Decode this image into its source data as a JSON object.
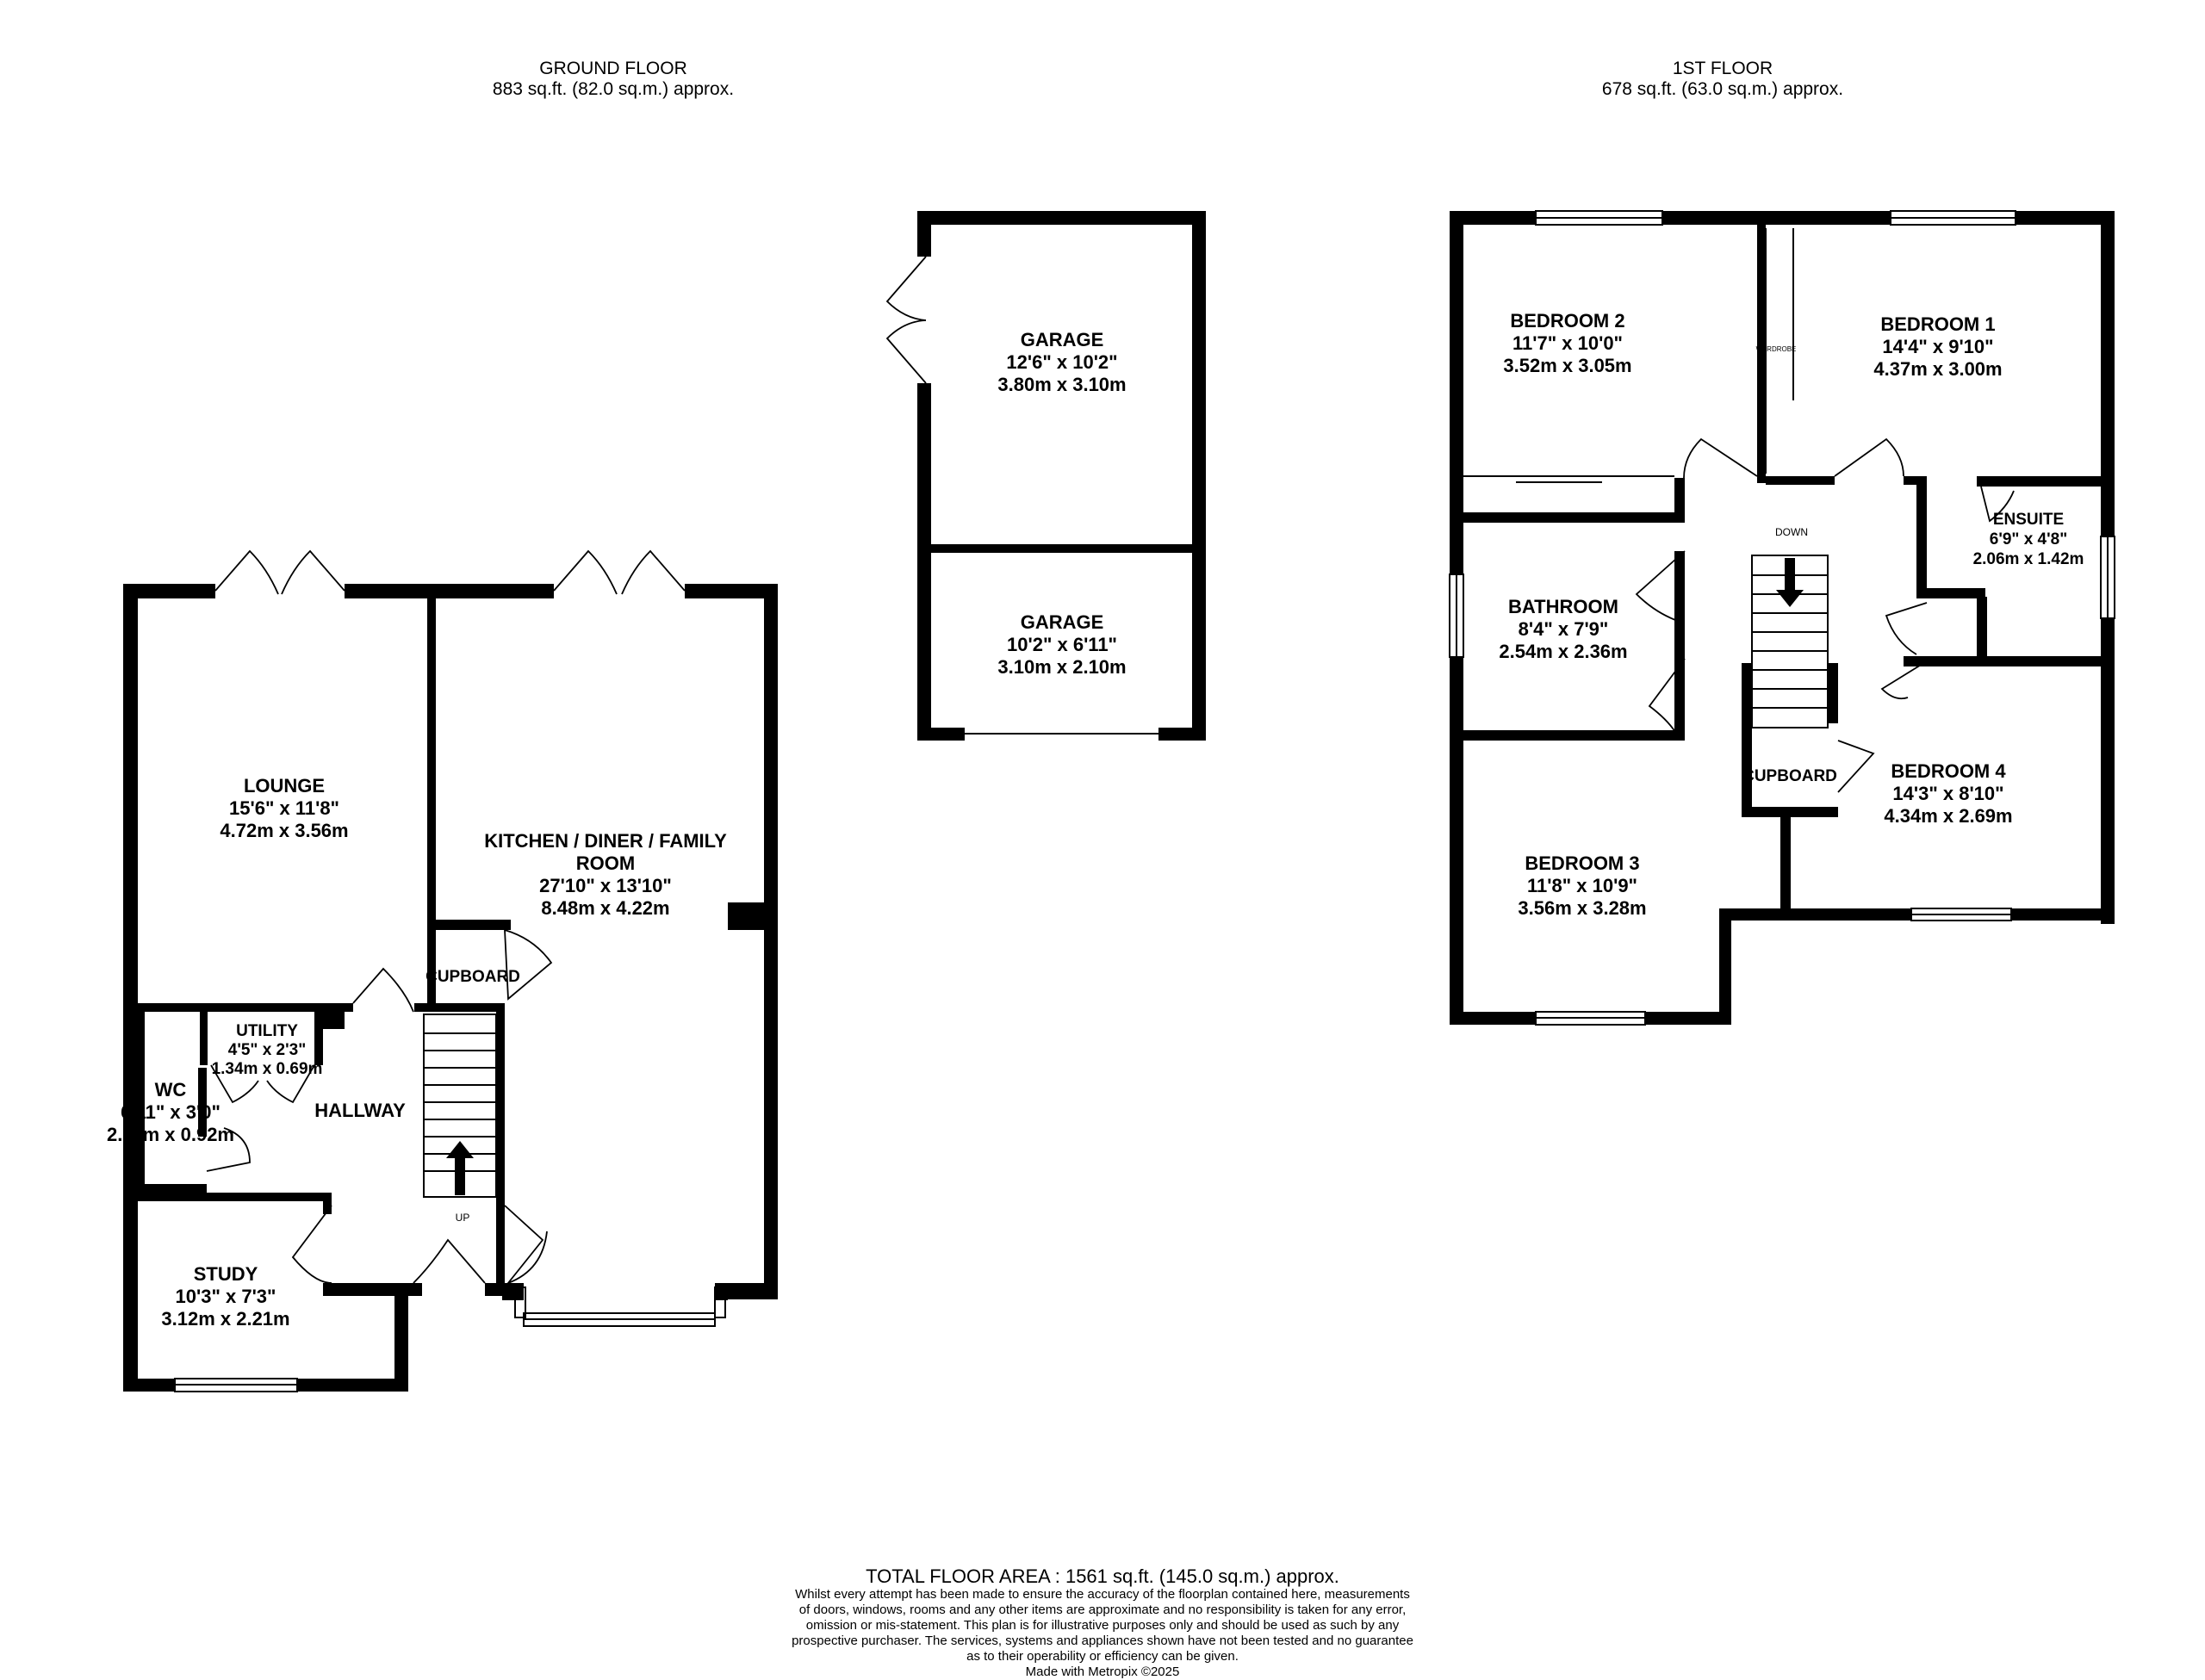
{
  "floors": {
    "ground": {
      "title": "GROUND FLOOR",
      "area": "883 sq.ft. (82.0 sq.m.) approx."
    },
    "first": {
      "title": "1ST FLOOR",
      "area": "678 sq.ft. (63.0 sq.m.) approx."
    }
  },
  "rooms": {
    "lounge": {
      "name": "LOUNGE",
      "imperial": "15'6\"  x 11'8\"",
      "metric": "4.72m  x 3.56m"
    },
    "kitchen": {
      "name1": "KITCHEN / DINER / FAMILY",
      "name2": "ROOM",
      "imperial": "27'10\"  x 13'10\"",
      "metric": "8.48m  x 4.22m"
    },
    "utility": {
      "name": "UTILITY",
      "imperial": "4'5\"  x 2'3\"",
      "metric": "1.34m  x 0.69m"
    },
    "wc": {
      "name": "WC",
      "imperial": "6'11\"  x 3'0\"",
      "metric": "2.11m  x 0.92m"
    },
    "hallway": {
      "name": "HALLWAY"
    },
    "study": {
      "name": "STUDY",
      "imperial": "10'3\"  x 7'3\"",
      "metric": "3.12m  x 2.21m"
    },
    "garage1": {
      "name": "GARAGE",
      "imperial": "12'6\"  x 10'2\"",
      "metric": "3.80m  x 3.10m"
    },
    "garage2": {
      "name": "GARAGE",
      "imperial": "10'2\"  x 6'11\"",
      "metric": "3.10m  x 2.10m"
    },
    "bedroom2": {
      "name": "BEDROOM 2",
      "imperial": "11'7\"  x 10'0\"",
      "metric": "3.52m  x 3.05m"
    },
    "bedroom1": {
      "name": "BEDROOM 1",
      "imperial": "14'4\"  x 9'10\"",
      "metric": "4.37m  x 3.00m"
    },
    "ensuite": {
      "name": "ENSUITE",
      "imperial": "6'9\"  x 4'8\"",
      "metric": "2.06m  x 1.42m"
    },
    "bathroom": {
      "name": "BATHROOM",
      "imperial": "8'4\"  x 7'9\"",
      "metric": "2.54m  x 2.36m"
    },
    "bedroom3": {
      "name": "BEDROOM 3",
      "imperial": "11'8\"  x 10'9\"",
      "metric": "3.56m  x 3.28m"
    },
    "bedroom4": {
      "name": "BEDROOM 4",
      "imperial": "14'3\"  x 8'10\"",
      "metric": "4.34m  x 2.69m"
    }
  },
  "labels": {
    "cupboard_ground": "CUPBOARD",
    "cupboard_first": "CUPBOARD",
    "up": "UP",
    "down": "DOWN",
    "wardrobe": "WARDROBE"
  },
  "footer": {
    "total": "TOTAL FLOOR AREA : 1561 sq.ft. (145.0 sq.m.) approx.",
    "disclaimer": [
      "Whilst every attempt has been made to ensure the accuracy of the floorplan contained here, measurements",
      "of doors, windows, rooms and any other items are approximate and no responsibility is taken for any error,",
      "omission or mis-statement. This plan is for illustrative purposes only and should be used as such by any",
      "prospective purchaser. The services, systems and appliances shown have not been tested and no guarantee",
      "as to their operability or efficiency can be given."
    ],
    "credit": "Made with Metropix ©2025"
  }
}
